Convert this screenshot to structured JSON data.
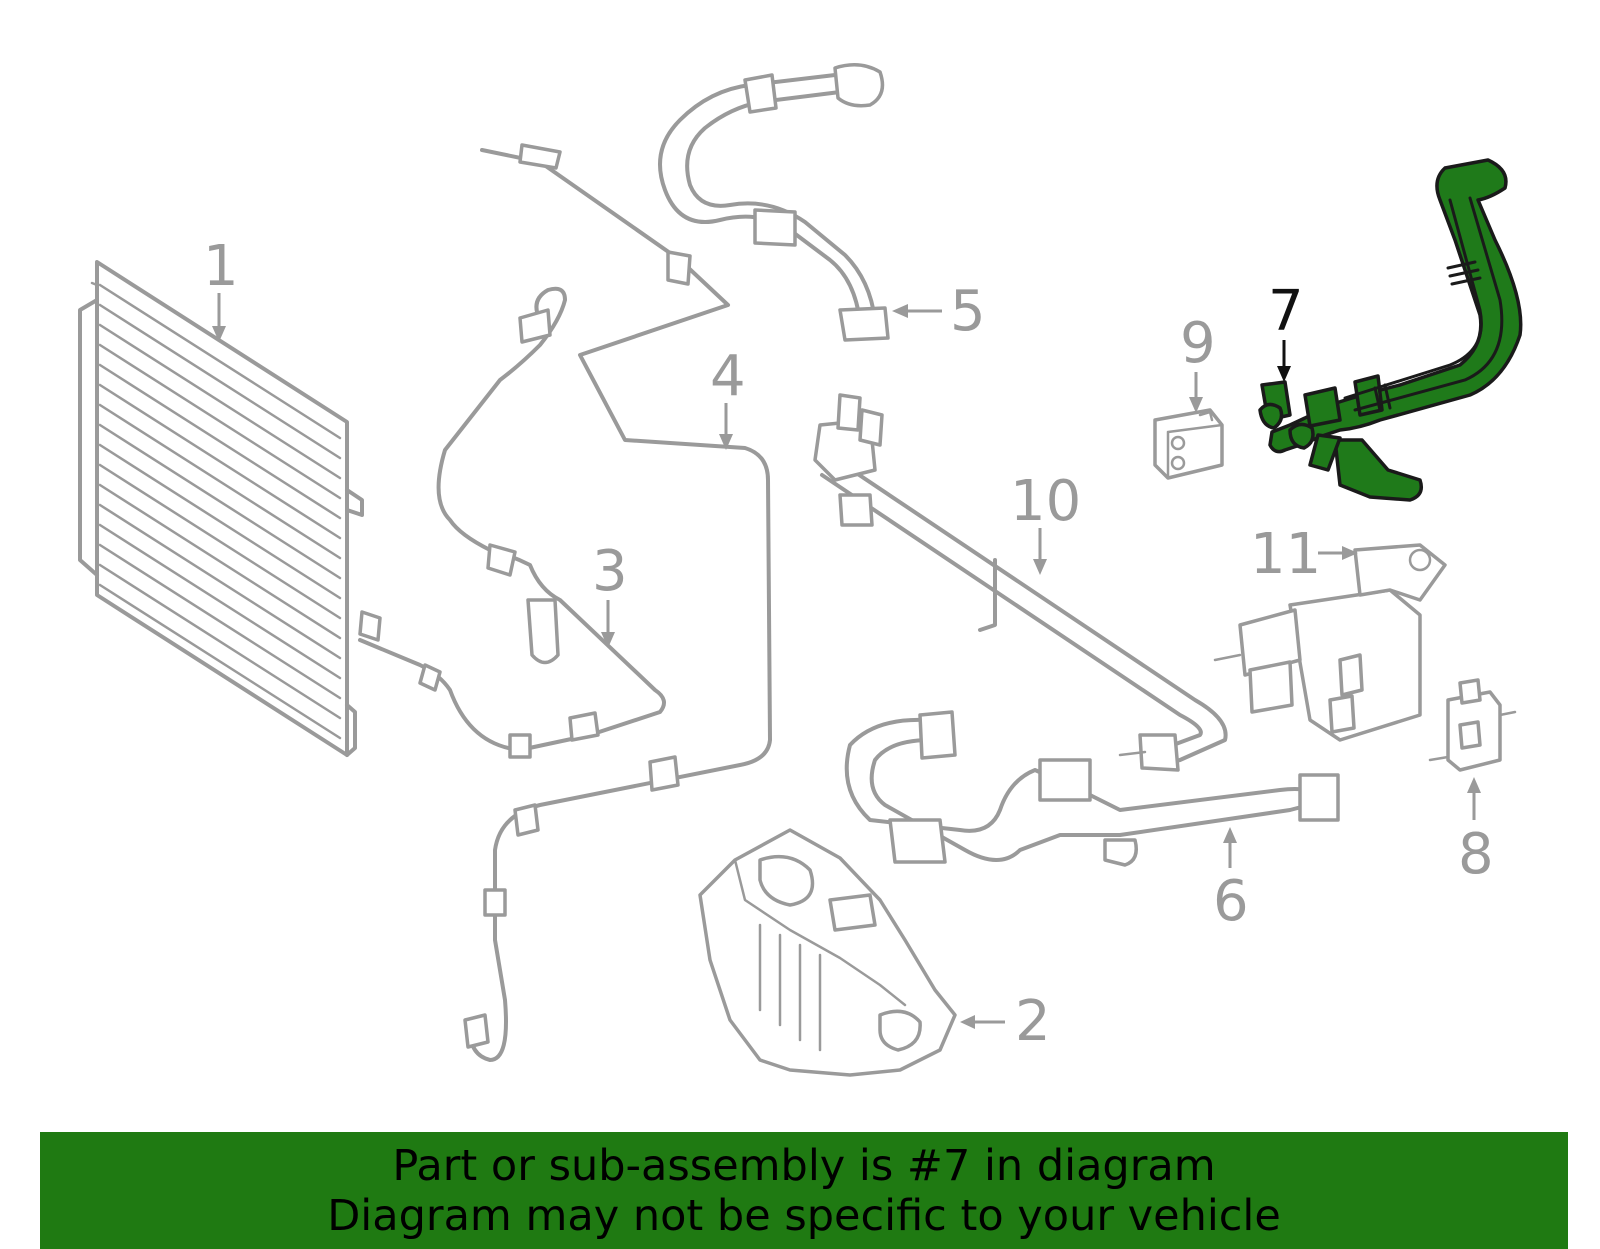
{
  "callouts": {
    "c1": "1",
    "c2": "2",
    "c3": "3",
    "c4": "4",
    "c5": "5",
    "c6": "6",
    "c7": "7",
    "c8": "8",
    "c9": "9",
    "c10": "10",
    "c11": "11"
  },
  "highlighted_part": "7",
  "colors": {
    "highlight": "#1f7a1a",
    "banner": "#1f7a12",
    "line": "#9a9a9a"
  },
  "banner": {
    "line1": "Part or sub-assembly is #7 in diagram",
    "line2": "Diagram may not be specific to your vehicle"
  }
}
